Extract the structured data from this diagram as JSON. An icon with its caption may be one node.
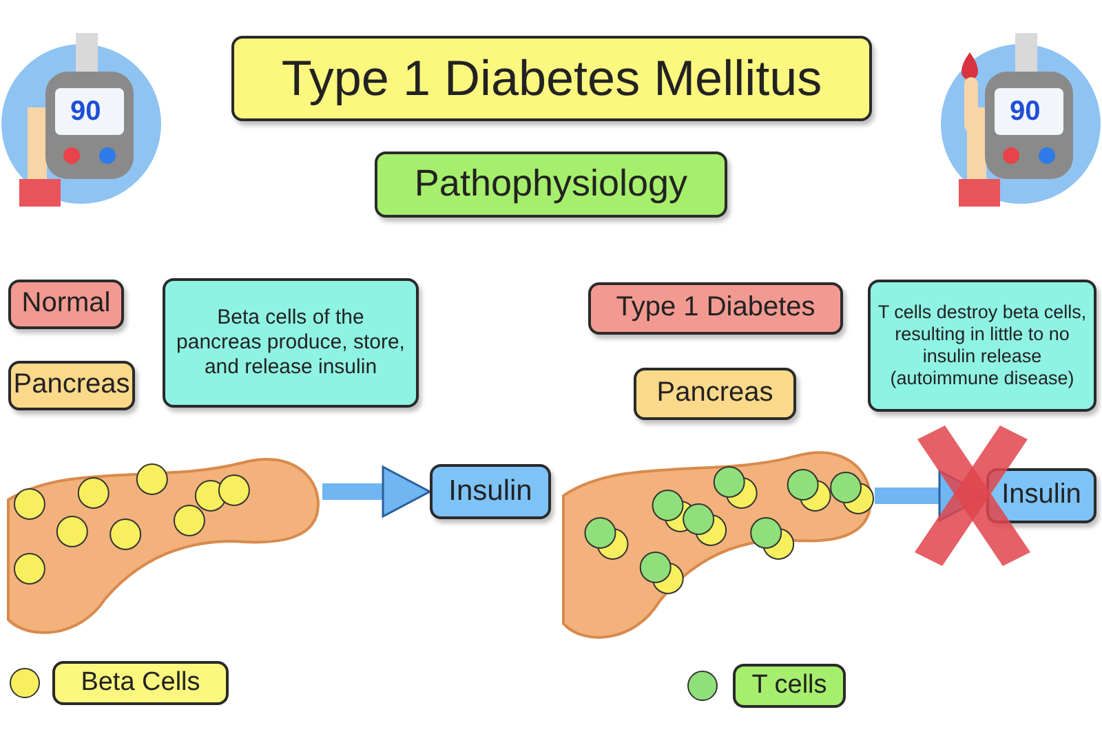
{
  "diagram": {
    "nodes": [
      {
        "text": [
          "Type 1 Diabetes Mellitus"
        ]
      },
      {
        "text": [
          "Pathophysiology"
        ]
      },
      {
        "text": [
          "Normal"
        ]
      },
      {
        "text": [
          "Pancreas"
        ]
      },
      {
        "text": [
          "Beta cells of the pancreas produce, store, and release insulin"
        ]
      },
      {
        "text": [],
        "shape": "picture"
      },
      {
        "text": [
          "Insulin"
        ]
      },
      {
        "text": [
          "Type 1 Diabetes"
        ]
      },
      {
        "text": [
          "Pancreas"
        ]
      },
      {
        "text": [
          "T cells destroy beta cells, resulting in little to no insulin release (autoimmune disease)"
        ]
      },
      {
        "text": [],
        "shape": "picture"
      },
      {
        "text": [
          "Insulin"
        ]
      }
    ],
    "edges": [
      {
        "from": 5,
        "to": 6,
        "arrow": "to"
      },
      {
        "from": 10,
        "to": 11,
        "arrow": "to"
      }
    ],
    "labels": [
      "90",
      "90"
    ],
    "legend": [
      {
        "text": "Beta Cells",
        "color": "#f7ef5e"
      },
      {
        "text": "T cells",
        "color": "#8fe07a"
      }
    ]
  }
}
